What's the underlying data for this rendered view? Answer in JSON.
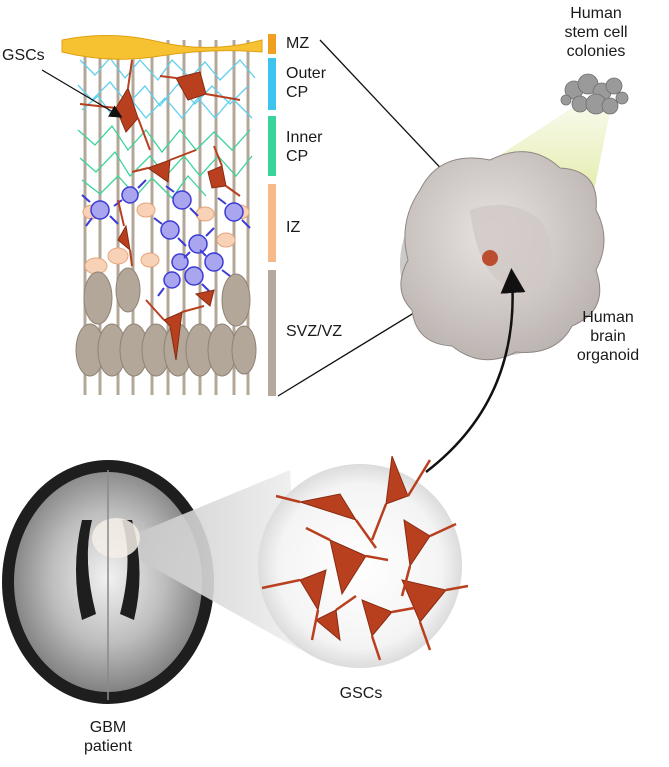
{
  "labels": {
    "gscs_top": "GSCs",
    "gscs_bottom": "GSCs",
    "mz": "MZ",
    "outer_cp": [
      "Outer",
      "CP"
    ],
    "inner_cp": [
      "Inner",
      "CP"
    ],
    "iz": "IZ",
    "svz_vz": "SVZ/VZ",
    "stem_colonies": [
      "Human",
      "stem cell",
      "colonies"
    ],
    "organoid": [
      "Human",
      "brain",
      "organoid"
    ],
    "patient": [
      "GBM",
      "patient"
    ]
  },
  "zone_colors": {
    "mz": "#f0a020",
    "outer_cp": "#3cc4ee",
    "inner_cp": "#3ad49a",
    "iz": "#f7b98a",
    "svz_vz": "#b5a89c"
  },
  "cell_colors": {
    "gsc": "#b8401f",
    "interneuron": "#3b3bd6",
    "radial_glia": "#b3a79a"
  }
}
